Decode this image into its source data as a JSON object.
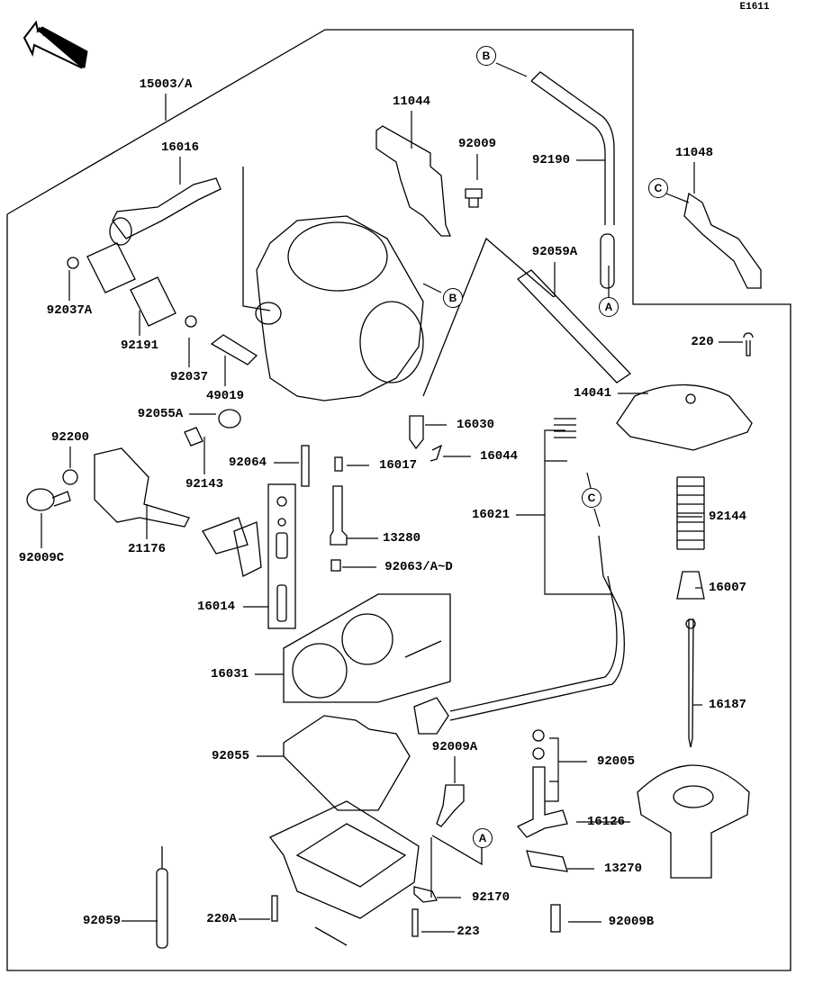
{
  "diagram_code": "E1611",
  "front_badge": "FRONT",
  "parts": {
    "p15003A": "15003/A",
    "p11044": "11044",
    "p92009": "92009",
    "p92190": "92190",
    "p11048": "11048",
    "p16016": "16016",
    "p92059A": "92059A",
    "p92037A": "92037A",
    "p92191": "92191",
    "p92037": "92037",
    "p49019": "49019",
    "p220": "220",
    "p14041": "14041",
    "p92055A": "92055A",
    "p16030": "16030",
    "p16044": "16044",
    "p92200": "92200",
    "p92064": "92064",
    "p16017": "16017",
    "p92143": "92143",
    "p16021": "16021",
    "p92144": "92144",
    "p13280": "13280",
    "p92009C": "92009C",
    "p21176": "21176",
    "p92063": "92063/A~D",
    "p16007": "16007",
    "p16014": "16014",
    "p16031": "16031",
    "p16187": "16187",
    "p92055": "92055",
    "p92009A": "92009A",
    "p92005": "92005",
    "p16126": "16126",
    "p13270": "13270",
    "p92170": "92170",
    "p92059": "92059",
    "p220A": "220A",
    "p223": "223",
    "p92009B": "92009B"
  },
  "connectors": {
    "b1": "B",
    "c1": "C",
    "a1": "A",
    "b2": "B",
    "c2": "C",
    "a2": "A"
  }
}
